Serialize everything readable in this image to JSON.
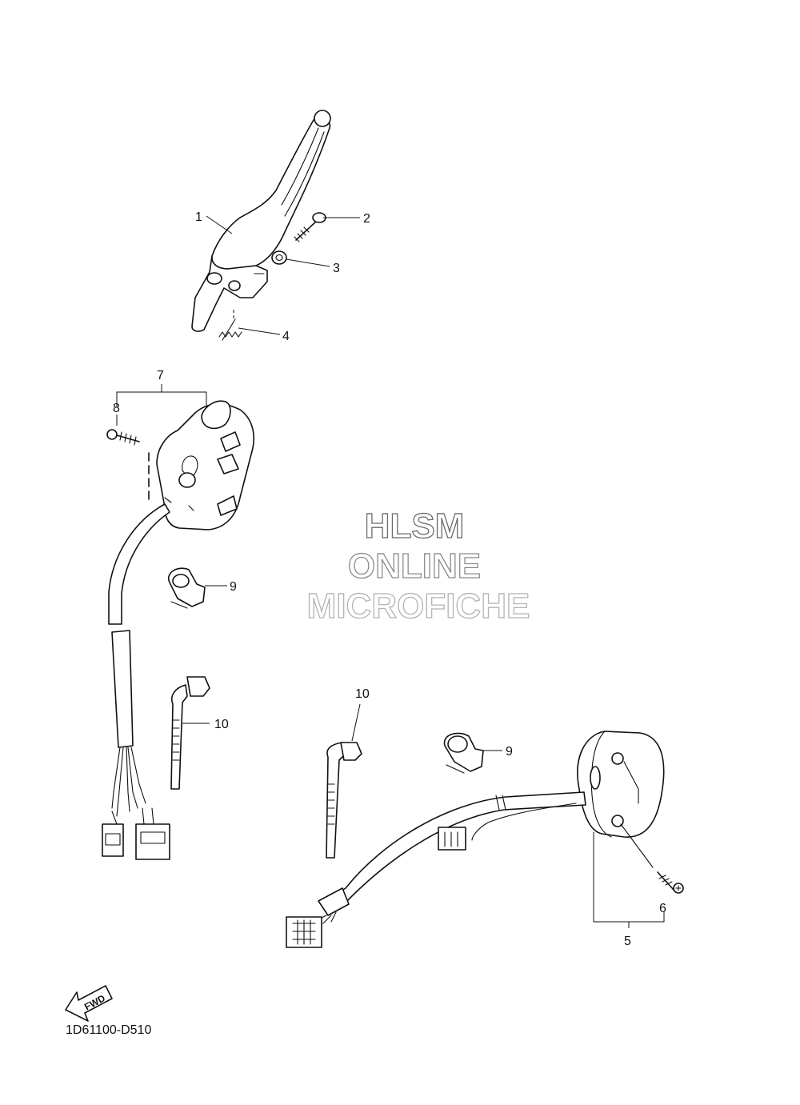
{
  "callouts": {
    "c1": "1",
    "c2": "2",
    "c3": "3",
    "c4": "4",
    "c5": "5",
    "c6": "6",
    "c7": "7",
    "c8": "8",
    "c9a": "9",
    "c9b": "9",
    "c10a": "10",
    "c10b": "10"
  },
  "watermark": {
    "line1": "HLSM",
    "line2": "ONLINE",
    "line3": "MICROFICHE",
    "colors": [
      "#6b6b6b",
      "#8c8c8c",
      "#b3b3b3"
    ]
  },
  "fwd_label": "FWD",
  "diagram_code": "1D61100-D510"
}
